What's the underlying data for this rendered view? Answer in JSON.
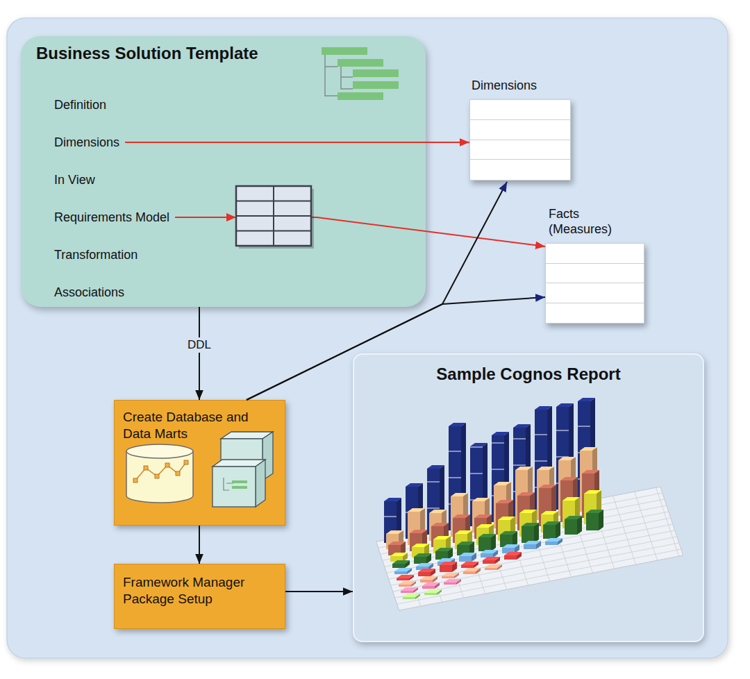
{
  "diagram": {
    "nodes": [
      {
        "text": [
          "Business Solution Template"
        ]
      },
      {
        "text": [
          "Definition"
        ],
        "in": 0
      },
      {
        "text": [
          "Dimensions"
        ],
        "in": 0
      },
      {
        "text": [
          "In View"
        ],
        "in": 0
      },
      {
        "text": [
          "Requirements Model"
        ],
        "in": 0
      },
      {
        "text": [
          "Transformation"
        ],
        "in": 0
      },
      {
        "text": [
          "Associations"
        ],
        "in": 0
      },
      {
        "text": [
          "Dimensions"
        ]
      },
      {
        "text": [
          "Facts (Measures)"
        ]
      },
      {
        "text": [
          "Create Database and Data Marts"
        ]
      },
      {
        "text": [
          "Framework Manager Package Setup"
        ]
      },
      {
        "text": [
          "Sample Cognos Report"
        ]
      }
    ],
    "edges": [
      {
        "from": 2,
        "to": 7,
        "arrow": "to"
      },
      {
        "from": 4,
        "to": 8,
        "arrow": "to"
      },
      {
        "from": 0,
        "to": 9,
        "label": "DDL",
        "arrow": "to"
      },
      {
        "from": 9,
        "to": 7,
        "arrow": "to"
      },
      {
        "from": 9,
        "to": 8,
        "arrow": "to"
      },
      {
        "from": 9,
        "to": 10,
        "arrow": "to"
      },
      {
        "from": 10,
        "to": 11,
        "arrow": "to"
      }
    ]
  }
}
